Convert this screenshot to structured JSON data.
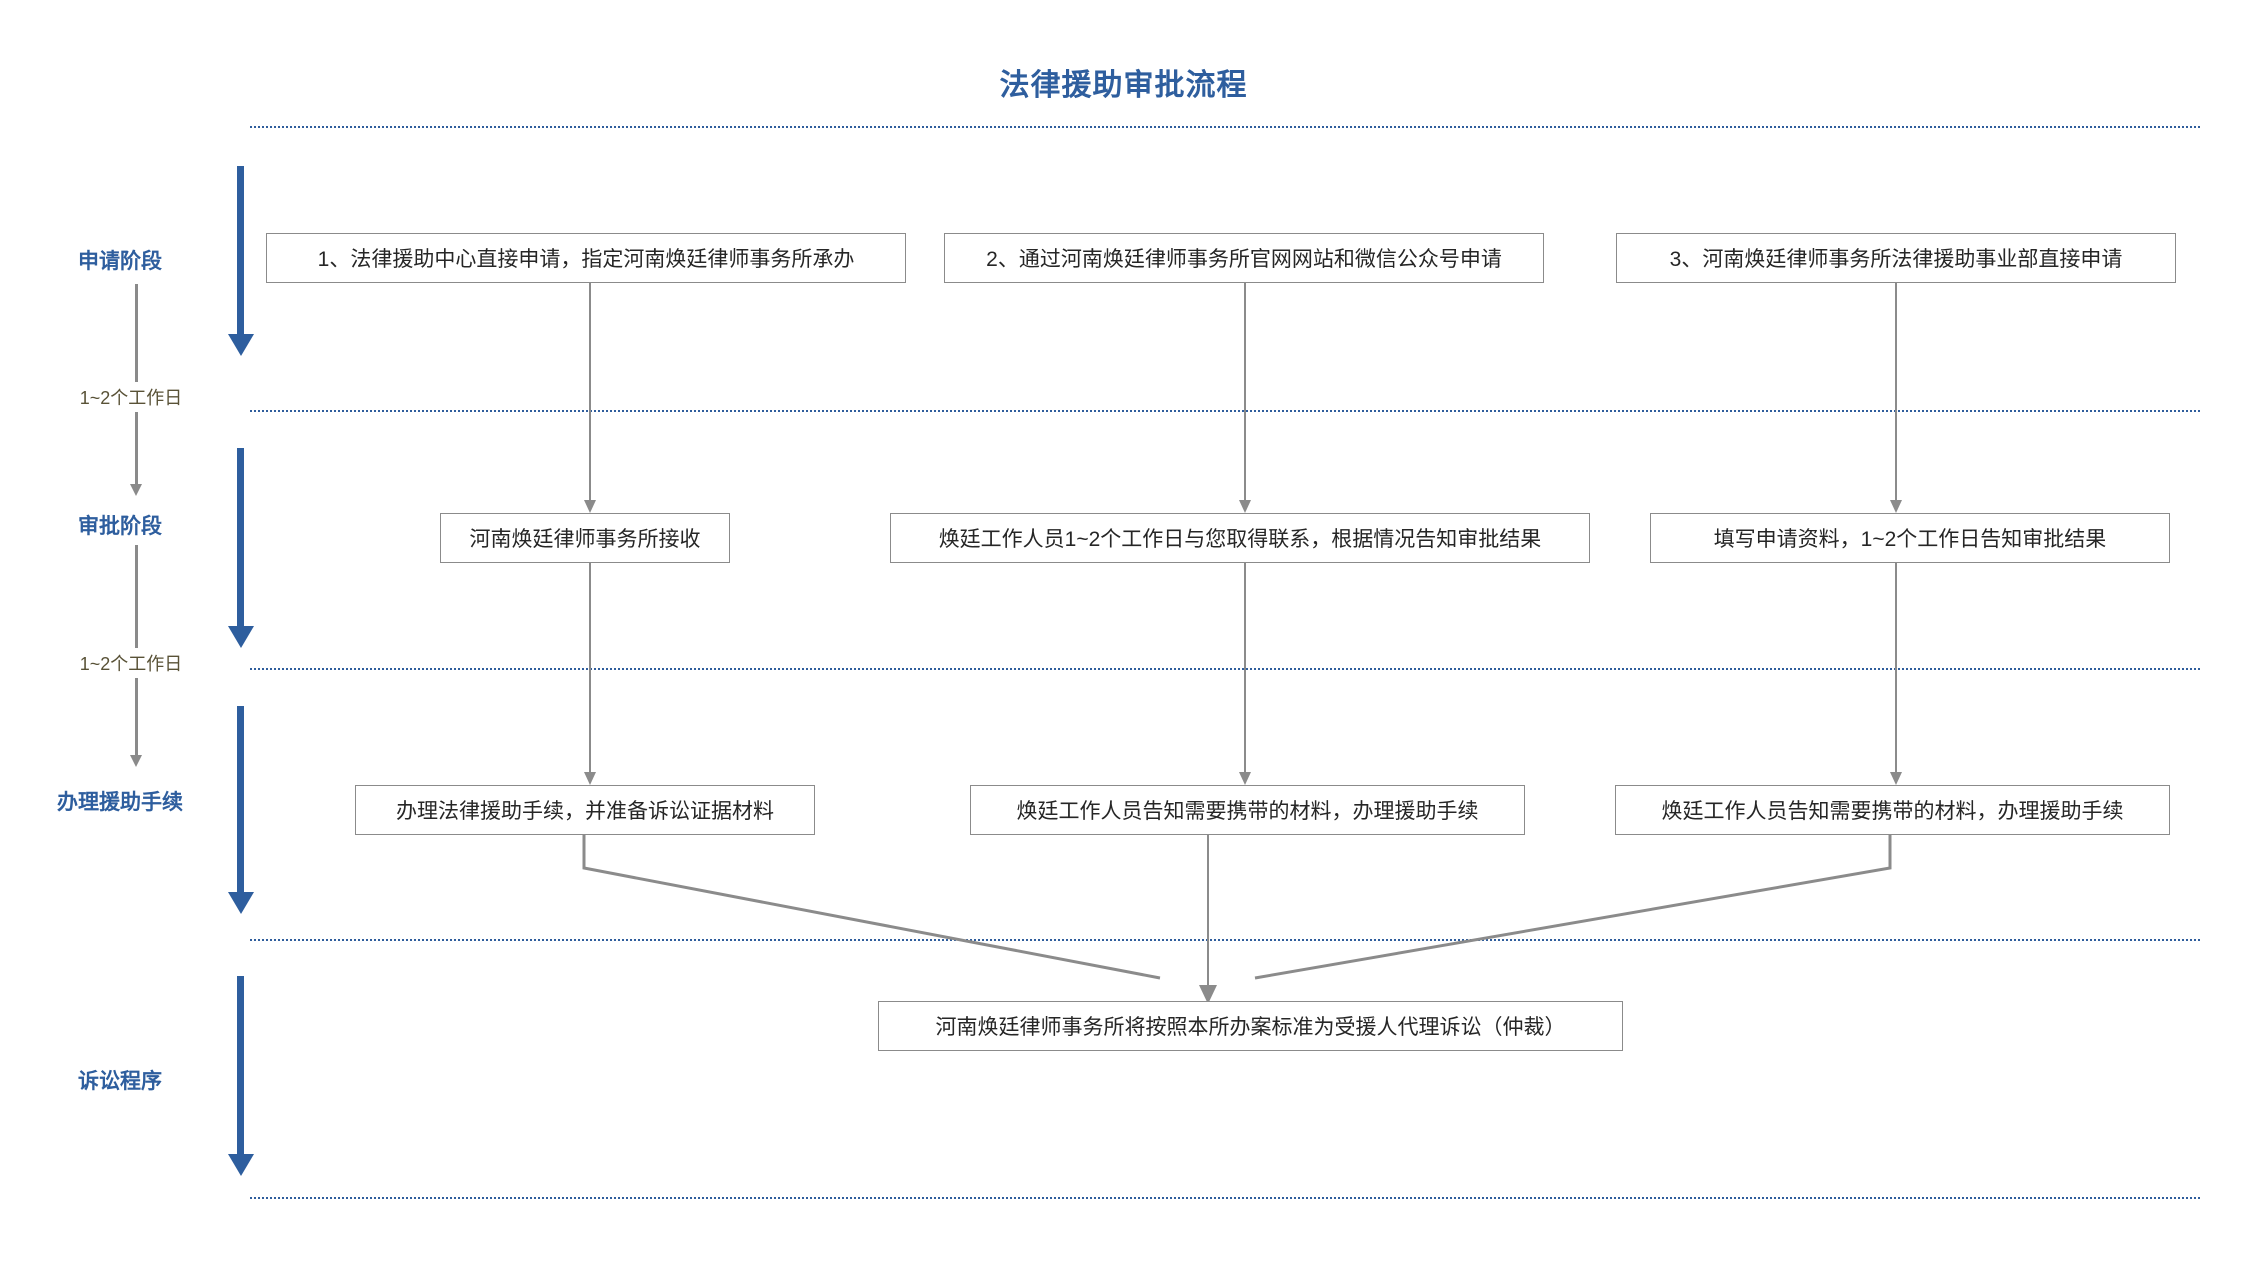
{
  "title": "法律援助审批流程",
  "colors": {
    "accent": "#2e5e9e",
    "divider": "#2f5d9c",
    "box_border": "#8b8b8b",
    "connector": "#8b8b8b",
    "duration_text": "#595237",
    "box_text": "#262626",
    "background": "#ffffff"
  },
  "stages": [
    {
      "label": "申请阶段"
    },
    {
      "label": "审批阶段"
    },
    {
      "label": "办理援助手续"
    },
    {
      "label": "诉讼程序"
    }
  ],
  "durations": [
    {
      "label": "1~2个工作日"
    },
    {
      "label": "1~2个工作日"
    }
  ],
  "rows": {
    "application": [
      {
        "text": "1、法律援助中心直接申请，指定河南焕廷律师事务所承办"
      },
      {
        "text": "2、通过河南焕廷律师事务所官网网站和微信公众号申请"
      },
      {
        "text": "3、河南焕廷律师事务所法律援助事业部直接申请"
      }
    ],
    "approval": [
      {
        "text": "河南焕廷律师事务所接收"
      },
      {
        "text": "焕廷工作人员1~2个工作日与您取得联系，根据情况告知审批结果"
      },
      {
        "text": "填写申请资料，1~2个工作日告知审批结果"
      }
    ],
    "procedure": [
      {
        "text": "办理法律援助手续，并准备诉讼证据材料"
      },
      {
        "text": "焕廷工作人员告知需要携带的材料，办理援助手续"
      },
      {
        "text": "焕廷工作人员告知需要携带的材料，办理援助手续"
      }
    ],
    "litigation": [
      {
        "text": "河南焕廷律师事务所将按照本所办案标准为受援人代理诉讼（仲裁）"
      }
    ]
  }
}
